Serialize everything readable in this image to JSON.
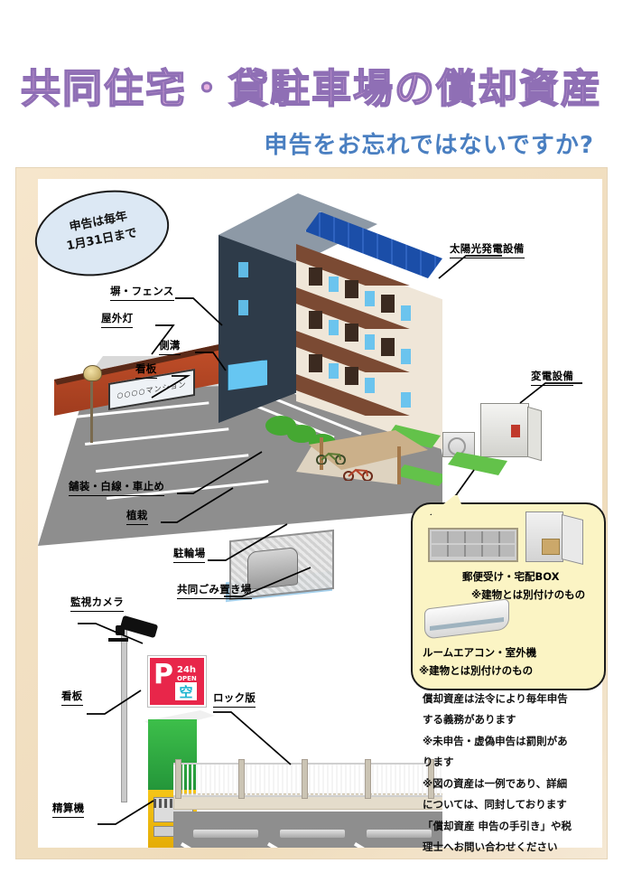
{
  "header": {
    "title": "共同住宅・貸駐車場の償却資産",
    "subtitle": "申告をお忘れではないですか?",
    "title_color": "#e9b3e0",
    "subtitle_color": "#4a7fc1"
  },
  "bubble": {
    "line1": "申告は毎年",
    "line2": "1月31日まで"
  },
  "labels": {
    "fence": "塀・フェンス",
    "outdoor_light": "屋外灯",
    "gutter": "側溝",
    "signboard": "看板",
    "solar": "太陽光発電設備",
    "substation": "変電設備",
    "pavement": "舗装・白線・車止め",
    "planting": "植栽",
    "bicycle_parking": "駐輪場",
    "garbage_area": "共同ごみ置き場",
    "security_camera": "監視カメラ",
    "signboard2": "看板",
    "lock_plate": "ロック版",
    "payment_machine": "精算機"
  },
  "building": {
    "apartment_sign": "○○○○マンション"
  },
  "parking_sign": {
    "p": "P",
    "hours": "24h",
    "open": "OPEN",
    "vacancy": "空"
  },
  "callout": {
    "mailbox_caption": "郵便受け・宅配BOX",
    "mailbox_note": "※建物とは別付けのもの",
    "ac_caption": "ルームエアコン・室外機",
    "ac_note": "※建物とは別付けのもの"
  },
  "notes": {
    "line1": "償却資産は法令により毎年申告",
    "line2": "する義務があります",
    "line3": "※未申告・虚偽申告は罰則があ",
    "line4": "ります",
    "line5": "※図の資産は一例であり、詳細",
    "line6": "については、同封しております",
    "line7": "「償却資産 申告の手引き」や税",
    "line8": "理士へお問い合わせください"
  }
}
